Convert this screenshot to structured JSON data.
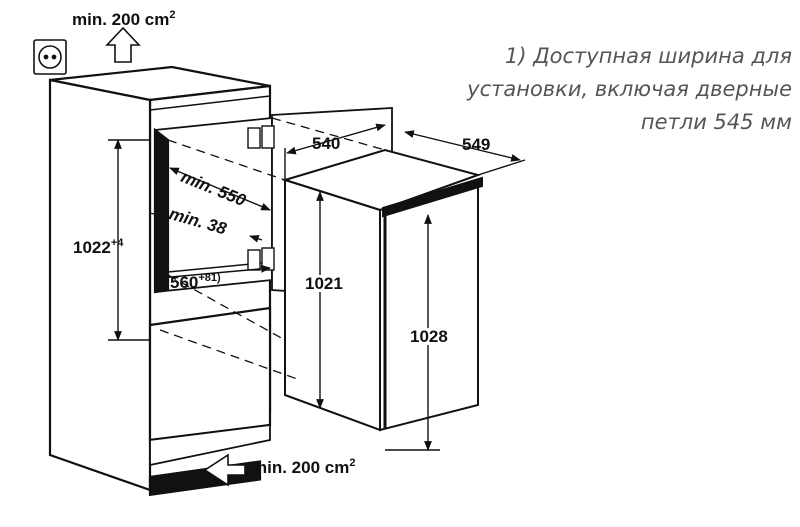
{
  "footnote": {
    "lines": [
      "1) Доступная ширина для",
      "установки, включая дверные",
      "петли 545 мм"
    ]
  },
  "labels": {
    "vent_top": "min. 200 cm",
    "vent_top_sup": "2",
    "vent_bottom": "min. 200 cm",
    "vent_bottom_sup": "2",
    "niche_height": "1022",
    "niche_height_sup": "+4",
    "niche_depth": "min. 550",
    "gap_depth": "min. 38",
    "niche_width": "560",
    "niche_width_sup": "+8",
    "footnote_mark": "1)",
    "appliance_width": "540",
    "appliance_depth": "549",
    "appliance_height": "1021",
    "door_height": "1028"
  }
}
